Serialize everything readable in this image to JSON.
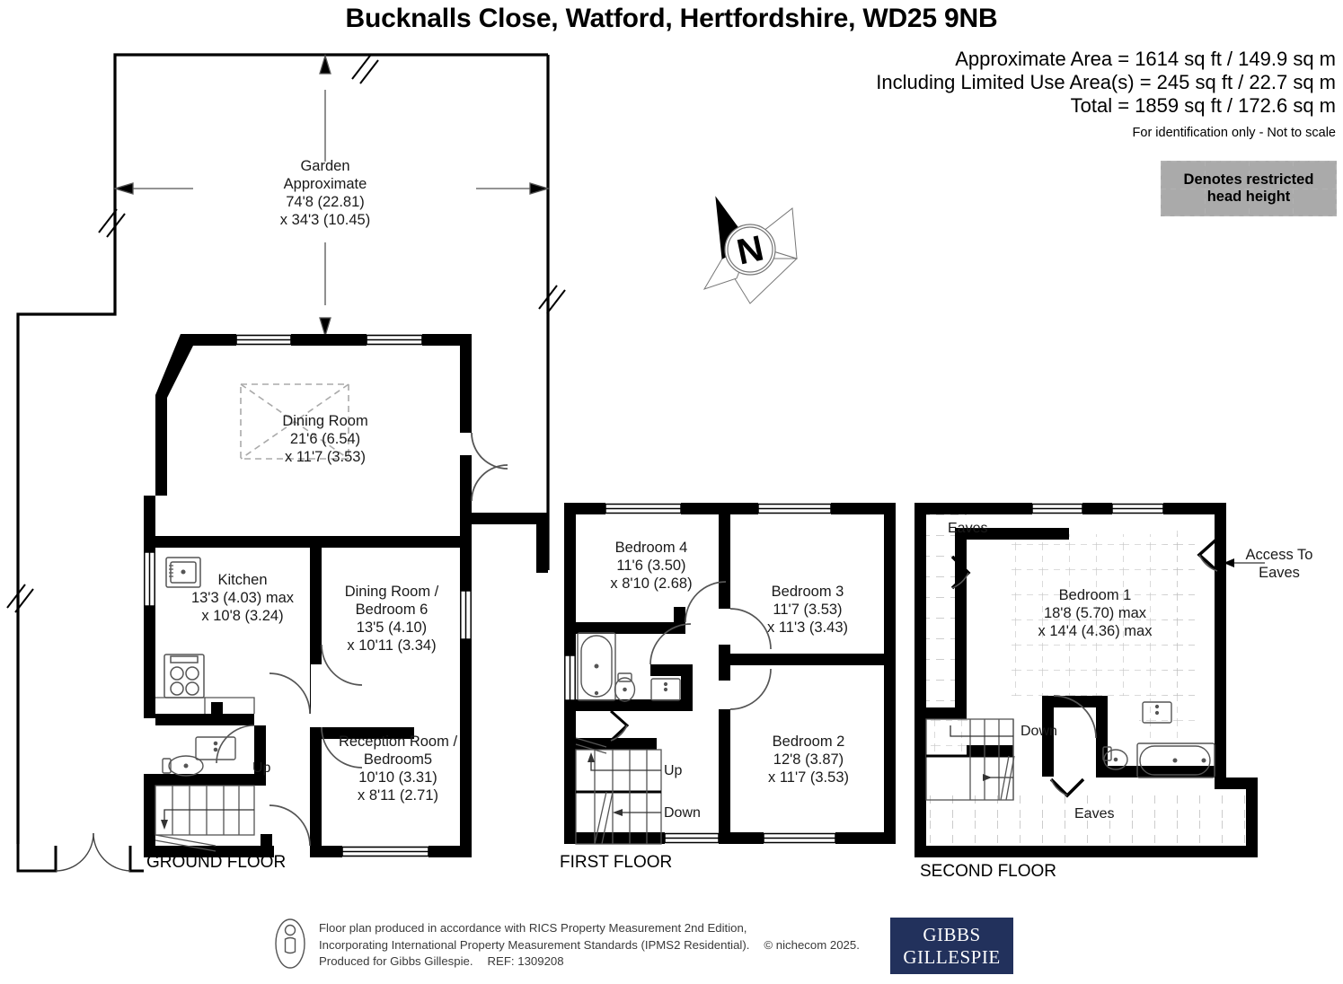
{
  "header": {
    "title": "Bucknalls Close, Watford, Hertfordshire, WD25 9NB",
    "approx_area": "Approximate Area = 1614 sq ft / 149.9 sq m",
    "limited_use": "Including Limited Use Area(s) = 245 sq ft / 22.7 sq m",
    "total": "Total = 1859 sq ft / 172.6 sq m",
    "disclaimer": "For identification only - Not to scale"
  },
  "legend": {
    "line1": "Denotes restricted",
    "line2": "head height"
  },
  "compass": {
    "label": "N"
  },
  "garden": {
    "name": "Garden",
    "qualifier": "Approximate",
    "dim1": "74'8 (22.81)",
    "dim2": "x 34'3 (10.45)"
  },
  "floors": [
    {
      "id": "ground",
      "label": "GROUND FLOOR",
      "rooms": [
        {
          "name": "Dining Room",
          "dim1": "21'6 (6.54)",
          "dim2": "x 11'7 (3.53)"
        },
        {
          "name": "Kitchen",
          "dim1": "13'3 (4.03) max",
          "dim2": "x 10'8 (3.24)"
        },
        {
          "name": "Dining Room /",
          "name2": "Bedroom 6",
          "dim1": "13'5 (4.10)",
          "dim2": "x 10'11 (3.34)"
        },
        {
          "name": "Reception Room /",
          "name2": "Bedroom5",
          "dim1": "10'10 (3.31)",
          "dim2": "x 8'11 (2.71)"
        }
      ],
      "annotations": [
        {
          "text": "Up"
        }
      ]
    },
    {
      "id": "first",
      "label": "FIRST FLOOR",
      "rooms": [
        {
          "name": "Bedroom 4",
          "dim1": "11'6 (3.50)",
          "dim2": "x 8'10 (2.68)"
        },
        {
          "name": "Bedroom 3",
          "dim1": "11'7 (3.53)",
          "dim2": "x 11'3 (3.43)"
        },
        {
          "name": "Bedroom 2",
          "dim1": "12'8 (3.87)",
          "dim2": "x 11'7 (3.53)"
        }
      ],
      "annotations": [
        {
          "text": "Up"
        },
        {
          "text": "Down"
        }
      ]
    },
    {
      "id": "second",
      "label": "SECOND FLOOR",
      "rooms": [
        {
          "name": "Bedroom 1",
          "dim1": "18'8 (5.70) max",
          "dim2": "x 14'4 (4.36) max"
        }
      ],
      "annotations": [
        {
          "text": "Eaves"
        },
        {
          "text": "Eaves"
        },
        {
          "text": "Down"
        },
        {
          "text": "Access To"
        },
        {
          "text": "Eaves"
        }
      ]
    }
  ],
  "footer": {
    "line1": "Floor plan produced in accordance with RICS Property Measurement 2nd Edition,",
    "line2": "Incorporating International Property Measurement Standards (IPMS2 Residential).",
    "copyright": "© nichecom 2025.",
    "line3": "Produced for Gibbs Gillespie.",
    "ref": "REF: 1309208"
  },
  "logo": {
    "line1": "GIBBS",
    "line2": "GILLESPIE",
    "color": "#22315c"
  }
}
